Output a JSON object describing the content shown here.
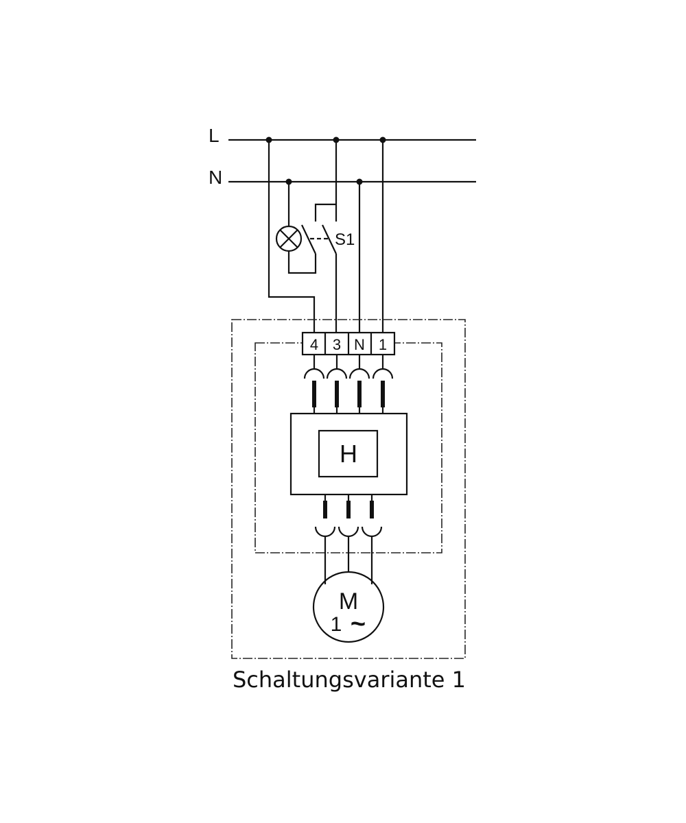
{
  "labels": {
    "line_L": "L",
    "line_N": "N",
    "switch": "S1",
    "terminals": [
      "4",
      "3",
      "N",
      "1"
    ],
    "controller": "H",
    "motor_top": "M",
    "motor_bottom": "1",
    "motor_symbol": "~"
  },
  "caption": "Schaltungsvariante 1"
}
